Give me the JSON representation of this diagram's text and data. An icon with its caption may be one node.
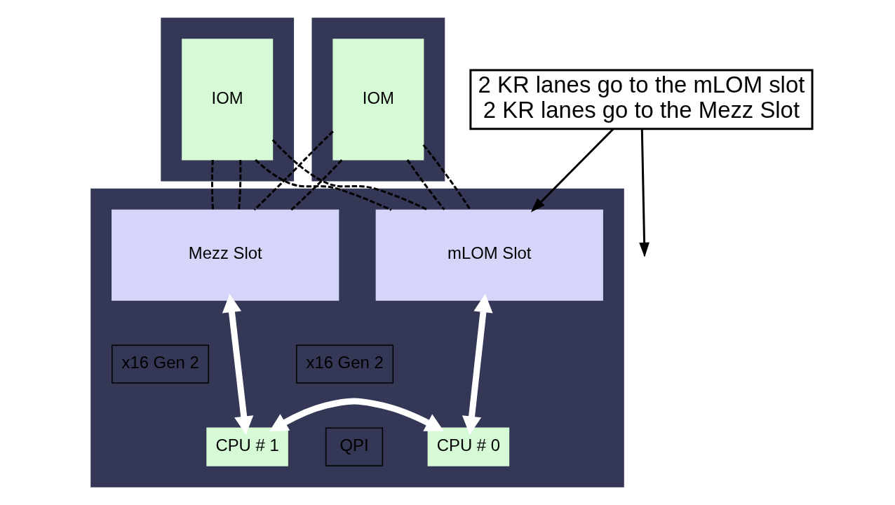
{
  "diagram": {
    "nodes": [
      {
        "text": [
          "2 KR lanes go to the mLOM slot",
          "2 KR lanes go to the Mezz Slot"
        ]
      },
      {
        "text": [],
        "shape": "box"
      },
      {
        "text": [
          "IOM"
        ],
        "in": 1
      },
      {
        "text": [],
        "shape": "box"
      },
      {
        "text": [
          "IOM"
        ],
        "in": 3
      },
      {
        "text": [],
        "shape": "box"
      },
      {
        "text": [
          "Mezz Slot"
        ],
        "in": 5
      },
      {
        "text": [
          "mLOM Slot"
        ],
        "in": 5
      },
      {
        "text": [
          "x16 Gen 2"
        ],
        "in": 5
      },
      {
        "text": [
          "x16 Gen 2"
        ],
        "in": 5
      },
      {
        "text": [
          "CPU # 1"
        ],
        "in": 5
      },
      {
        "text": [
          "QPI"
        ],
        "in": 5
      },
      {
        "text": [
          "CPU # 0"
        ],
        "in": 5
      }
    ],
    "edges": [
      {
        "from": 2,
        "to": 7,
        "arrow": "none",
        "style": "dashed"
      },
      {
        "from": 2,
        "to": 7,
        "arrow": "none",
        "style": "dashed"
      },
      {
        "from": 2,
        "to": 6,
        "arrow": "none",
        "style": "dashed"
      },
      {
        "from": 2,
        "to": 6,
        "arrow": "none",
        "style": "dashed"
      },
      {
        "from": 4,
        "to": 6,
        "arrow": "none",
        "style": "dashed"
      },
      {
        "from": 4,
        "to": 6,
        "arrow": "none",
        "style": "dashed"
      },
      {
        "from": 4,
        "to": 7,
        "arrow": "none",
        "style": "dashed"
      },
      {
        "from": 4,
        "to": 7,
        "arrow": "none",
        "style": "dashed"
      },
      {
        "from": 0,
        "to": null,
        "arrow": "to"
      },
      {
        "from": 0,
        "to": 7,
        "arrow": "to"
      },
      {
        "from": 6,
        "to": 10,
        "arrow": "both",
        "style": "thick",
        "color": "#ffffff"
      },
      {
        "from": 7,
        "to": 12,
        "arrow": "both",
        "style": "thick",
        "color": "#ffffff"
      },
      {
        "from": 10,
        "to": 12,
        "arrow": "both",
        "style": "thick",
        "color": "#ffffff"
      }
    ]
  }
}
